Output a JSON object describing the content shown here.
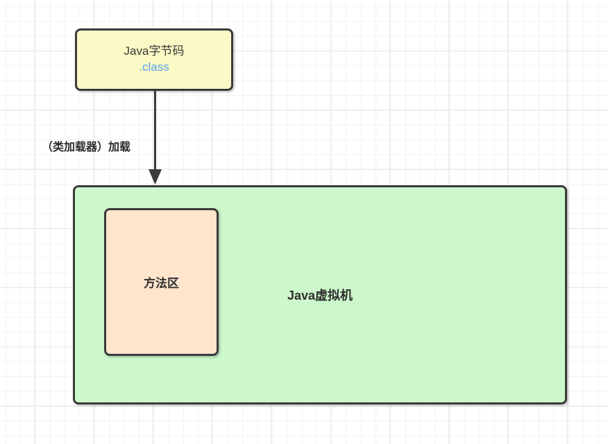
{
  "diagram": {
    "bytecode_box": {
      "title": "Java字节码",
      "subtitle": ".class"
    },
    "arrow_label": "（类加载器）加载",
    "jvm_box": {
      "label": "Java虚拟机"
    },
    "method_area_box": {
      "label": "方法区"
    }
  },
  "colors": {
    "bytecode_fill": "#fbf9c5",
    "jvm_fill": "#ccf8cb",
    "method_area_fill": "#fee5cc",
    "border": "#3a3a3a",
    "subtitle_blue": "#55a1f0",
    "text_dark": "#2e2e2e",
    "grid_minor": "#f2f2f2",
    "grid_major": "#e4e4e4"
  }
}
